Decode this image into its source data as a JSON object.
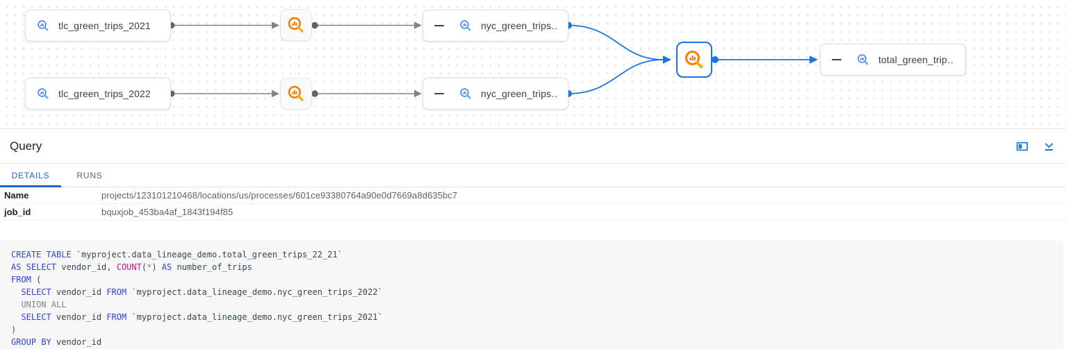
{
  "colors": {
    "accent_blue": "#1a73e8",
    "bigquery_blue": "#4285f4",
    "bigquery_blue_light": "#669df6",
    "process_orange": "#f57c00",
    "process_orange_light": "#f9ab00",
    "keyword_blue": "#3143d3",
    "function_magenta": "#c2188c",
    "muted_gray": "#80868b",
    "plain_code": "#37474f",
    "active_tab_blue": "#1967d2"
  },
  "graph": {
    "nodes": {
      "table_row1": "tlc_green_trips_2021",
      "table_row2": "tlc_green_trips_2022",
      "mid_row1": "nyc_green_trips…",
      "mid_row2": "nyc_green_trips…",
      "output": "total_green_trip…"
    }
  },
  "panel": {
    "title": "Query",
    "icons": [
      "split-view",
      "collapse-panel"
    ],
    "tabs": [
      {
        "label": "DETAILS",
        "active": true
      },
      {
        "label": "RUNS",
        "active": false
      }
    ],
    "details": [
      {
        "label": "Name",
        "value": "projects/123101210468/locations/us/processes/601ce93380764a90e0d7669a8d635bc7"
      },
      {
        "label": "job_id",
        "value": "bquxjob_453ba4af_1843f194f85"
      }
    ]
  },
  "code": {
    "lines": [
      [
        {
          "t": "CREATE TABLE",
          "c": "k"
        },
        {
          "t": " `myproject.data_lineage_demo.total_green_trips_22_21`",
          "c": "p"
        }
      ],
      [
        {
          "t": "AS SELECT",
          "c": "k"
        },
        {
          "t": " vendor_id, ",
          "c": "p"
        },
        {
          "t": "COUNT",
          "c": "f"
        },
        {
          "t": "(",
          "c": "p"
        },
        {
          "t": "*",
          "c": "g"
        },
        {
          "t": ") ",
          "c": "p"
        },
        {
          "t": "AS",
          "c": "k"
        },
        {
          "t": " number_of_trips",
          "c": "p"
        }
      ],
      [
        {
          "t": "FROM",
          "c": "k"
        },
        {
          "t": " (",
          "c": "p"
        }
      ],
      [
        {
          "t": "  ",
          "c": "p"
        },
        {
          "t": "SELECT",
          "c": "k"
        },
        {
          "t": " vendor_id ",
          "c": "p"
        },
        {
          "t": "FROM",
          "c": "k"
        },
        {
          "t": " `myproject.data_lineage_demo.nyc_green_trips_2022`",
          "c": "p"
        }
      ],
      [
        {
          "t": "  ",
          "c": "p"
        },
        {
          "t": "UNION ALL",
          "c": "g"
        }
      ],
      [
        {
          "t": "  ",
          "c": "p"
        },
        {
          "t": "SELECT",
          "c": "k"
        },
        {
          "t": " vendor_id ",
          "c": "p"
        },
        {
          "t": "FROM",
          "c": "k"
        },
        {
          "t": " `myproject.data_lineage_demo.nyc_green_trips_2021`",
          "c": "p"
        }
      ],
      [
        {
          "t": ")",
          "c": "p"
        }
      ],
      [
        {
          "t": "GROUP BY",
          "c": "k"
        },
        {
          "t": " vendor_id",
          "c": "p"
        }
      ]
    ]
  }
}
